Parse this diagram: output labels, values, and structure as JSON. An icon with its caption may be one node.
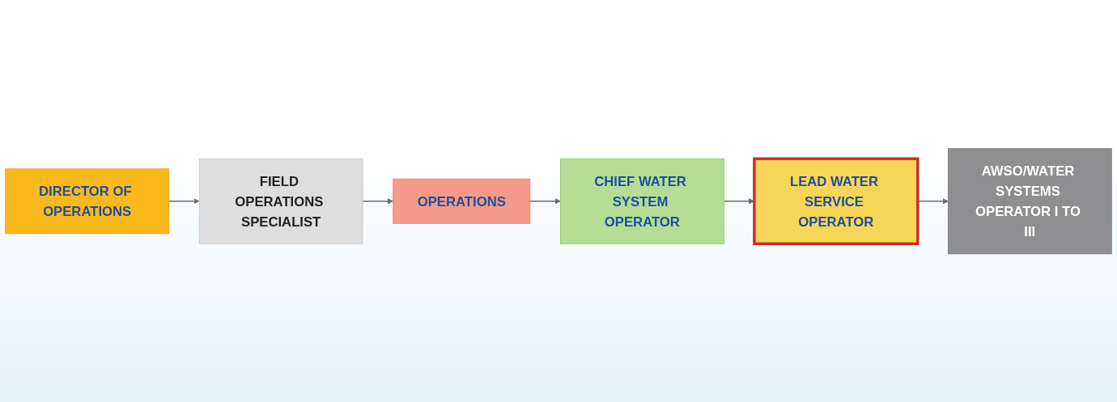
{
  "diagram": {
    "nodes": [
      {
        "text": [
          "DIRECTOR OF OPERATIONS"
        ]
      },
      {
        "text": [
          "FIELD OPERATIONS SPECIALIST"
        ]
      },
      {
        "text": [
          "OPERATIONS"
        ]
      },
      {
        "text": [
          "CHIEF WATER SYSTEM OPERATOR"
        ]
      },
      {
        "text": [
          "LEAD WATER SERVICE OPERATOR"
        ]
      },
      {
        "text": [
          "AWSO/WATER SYSTEMS OPERATOR I TO III"
        ]
      }
    ],
    "edges": [
      {
        "from": 0,
        "to": 1,
        "arrow": "to"
      },
      {
        "from": 1,
        "to": 2,
        "arrow": "to"
      },
      {
        "from": 2,
        "to": 3,
        "arrow": "to"
      },
      {
        "from": 3,
        "to": 4,
        "arrow": "to"
      },
      {
        "from": 4,
        "to": 5,
        "arrow": "to"
      }
    ]
  }
}
